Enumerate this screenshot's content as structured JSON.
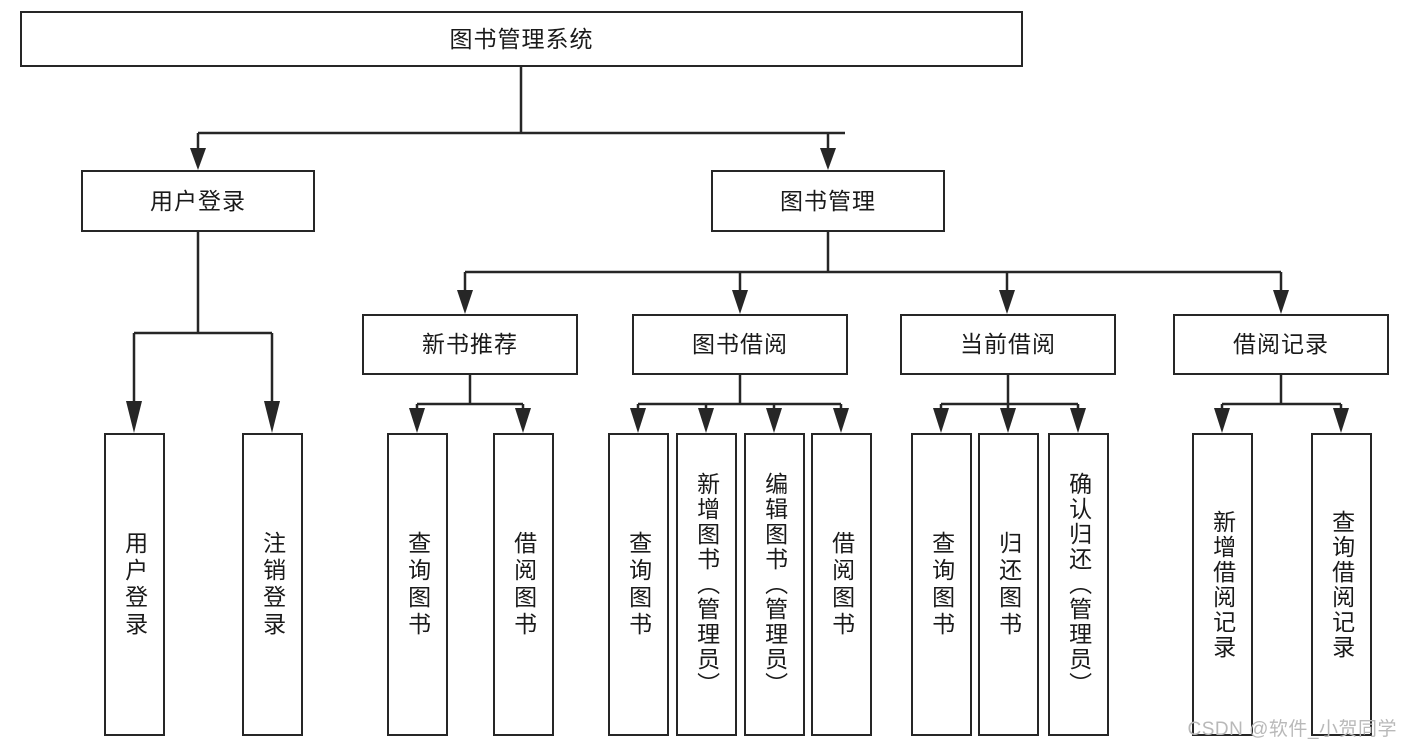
{
  "diagram": {
    "type": "tree",
    "title": "图书管理系统",
    "root": {
      "id": "root",
      "label": "图书管理系统"
    },
    "level2": [
      {
        "id": "user-login",
        "label": "用户登录"
      },
      {
        "id": "book-management",
        "label": "图书管理"
      }
    ],
    "level3": [
      {
        "id": "new-book-recommend",
        "label": "新书推荐",
        "parent": "book-management"
      },
      {
        "id": "book-borrow",
        "label": "图书借阅",
        "parent": "book-management"
      },
      {
        "id": "current-borrow",
        "label": "当前借阅",
        "parent": "book-management"
      },
      {
        "id": "borrow-record",
        "label": "借阅记录",
        "parent": "book-management"
      }
    ],
    "leaves": [
      {
        "id": "leaf-user-login",
        "label": "用户登录",
        "parent": "user-login"
      },
      {
        "id": "leaf-logout-login",
        "label": "注销登录",
        "parent": "user-login"
      },
      {
        "id": "leaf-query-book-1",
        "label": "查询图书",
        "parent": "new-book-recommend"
      },
      {
        "id": "leaf-borrow-book-1",
        "label": "借阅图书",
        "parent": "new-book-recommend"
      },
      {
        "id": "leaf-query-book-2",
        "label": "查询图书",
        "parent": "book-borrow"
      },
      {
        "id": "leaf-add-book",
        "label": "新增图书（管理员）",
        "parent": "book-borrow"
      },
      {
        "id": "leaf-edit-book",
        "label": "编辑图书（管理员）",
        "parent": "book-borrow"
      },
      {
        "id": "leaf-borrow-book-2",
        "label": "借阅图书",
        "parent": "book-borrow"
      },
      {
        "id": "leaf-query-book-3",
        "label": "查询图书",
        "parent": "current-borrow"
      },
      {
        "id": "leaf-return-book",
        "label": "归还图书",
        "parent": "current-borrow"
      },
      {
        "id": "leaf-confirm-return",
        "label": "确认归还（管理员）",
        "parent": "current-borrow"
      },
      {
        "id": "leaf-add-record",
        "label": "新增借阅记录",
        "parent": "borrow-record"
      },
      {
        "id": "leaf-query-record",
        "label": "查询借阅记录",
        "parent": "borrow-record"
      }
    ],
    "colors": {
      "stroke": "#262626",
      "fill": "#ffffff",
      "text": "#1a1a1a",
      "watermark": "#b9b9b9"
    }
  },
  "watermark": {
    "text": "CSDN @软件_小贺同学"
  }
}
